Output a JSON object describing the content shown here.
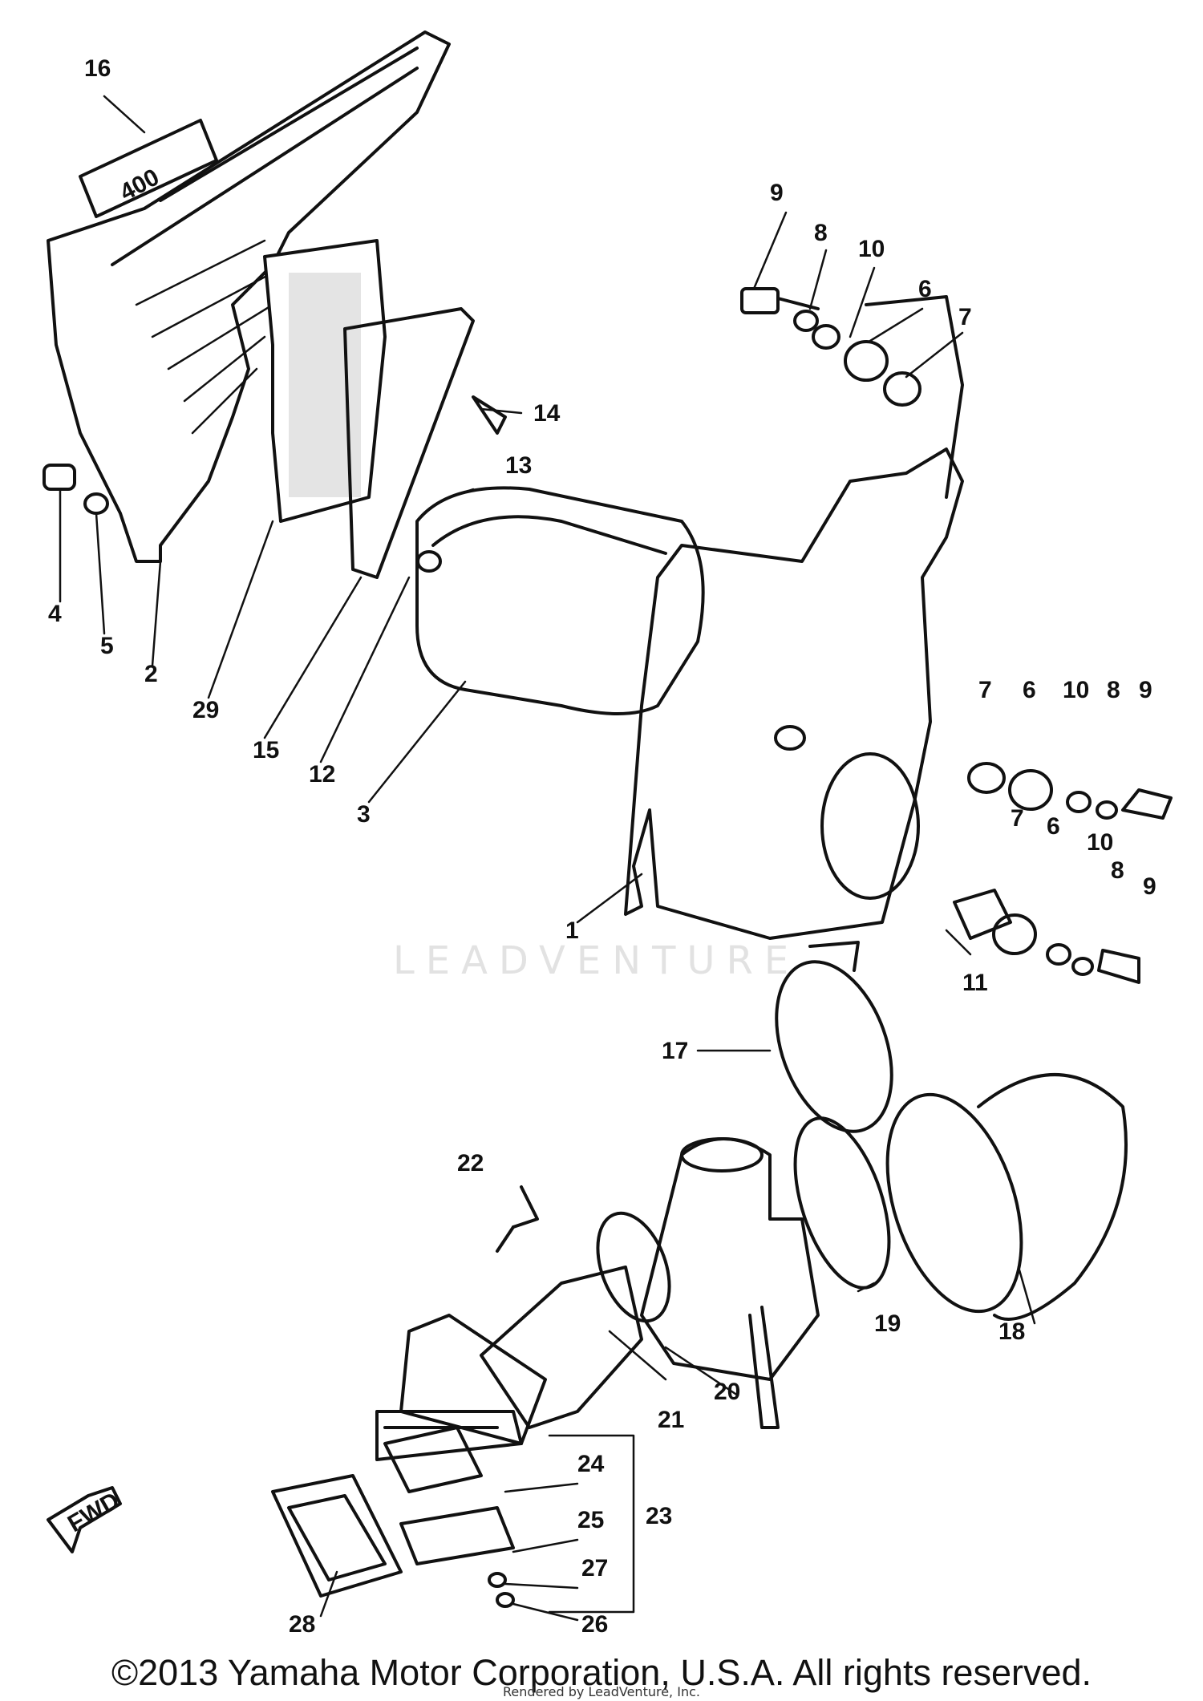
{
  "diagram": {
    "callouts": [
      "16",
      "9",
      "8",
      "10",
      "6",
      "7",
      "14",
      "13",
      "4",
      "5",
      "2",
      "29",
      "15",
      "12",
      "3",
      "7",
      "6",
      "10",
      "8",
      "9",
      "7",
      "6",
      "10",
      "8",
      "9",
      "1",
      "11",
      "17",
      "22",
      "19",
      "18",
      "21",
      "20",
      "24",
      "23",
      "25",
      "27",
      "28",
      "26"
    ],
    "fwd_label": "FWD",
    "plate_label": "400"
  },
  "watermark": "LEADVENTURE",
  "footer": {
    "copyright": "©2013 Yamaha Motor Corporation, U.S.A. All rights reserved.",
    "rendered_by": "Rendered by LeadVenture, Inc."
  }
}
